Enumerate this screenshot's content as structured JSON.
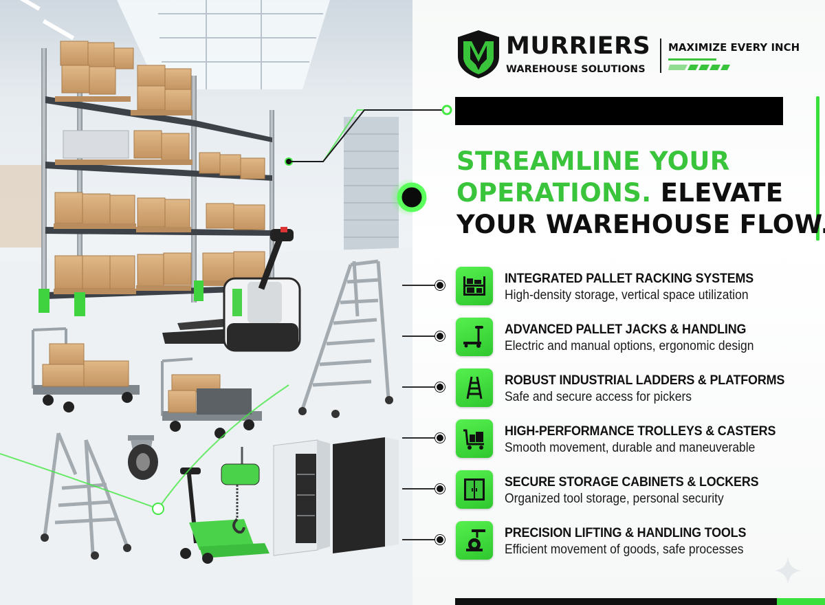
{
  "brand": {
    "name": "MURRIERS",
    "subtitle": "WAREHOUSE SOLUTIONS",
    "tagline": "MAXIMIZE EVERY INCH",
    "colors": {
      "accent_green": "#3ac43c",
      "dark": "#0f0f0f"
    }
  },
  "headline": {
    "line1_green": "STREAMLINE YOUR",
    "line2_green": "OPERATIONS.",
    "line2_dark": "ELEVATE",
    "line3_dark": "YOUR WAREHOUSE FLOW."
  },
  "features": [
    {
      "icon": "pallet-rack-icon",
      "title": "INTEGRATED PALLET RACKING SYSTEMS",
      "description": "High-density storage, vertical space utilization"
    },
    {
      "icon": "pallet-jack-icon",
      "title": "ADVANCED PALLET JACKS & HANDLING",
      "description": "Electric and manual options, ergonomic design"
    },
    {
      "icon": "ladder-icon",
      "title": "ROBUST INDUSTRIAL LADDERS & PLATFORMS",
      "description": "Safe and secure access for pickers"
    },
    {
      "icon": "trolley-icon",
      "title": "HIGH-PERFORMANCE TROLLEYS & CASTERS",
      "description": "Smooth movement, durable and maneuverable"
    },
    {
      "icon": "cabinet-icon",
      "title": "SECURE STORAGE CABINETS & LOCKERS",
      "description": "Organized tool storage, personal security"
    },
    {
      "icon": "lifting-tool-icon",
      "title": "PRECISION LIFTING & HANDLING TOOLS",
      "description": "Efficient movement of goods, safe processes"
    }
  ]
}
